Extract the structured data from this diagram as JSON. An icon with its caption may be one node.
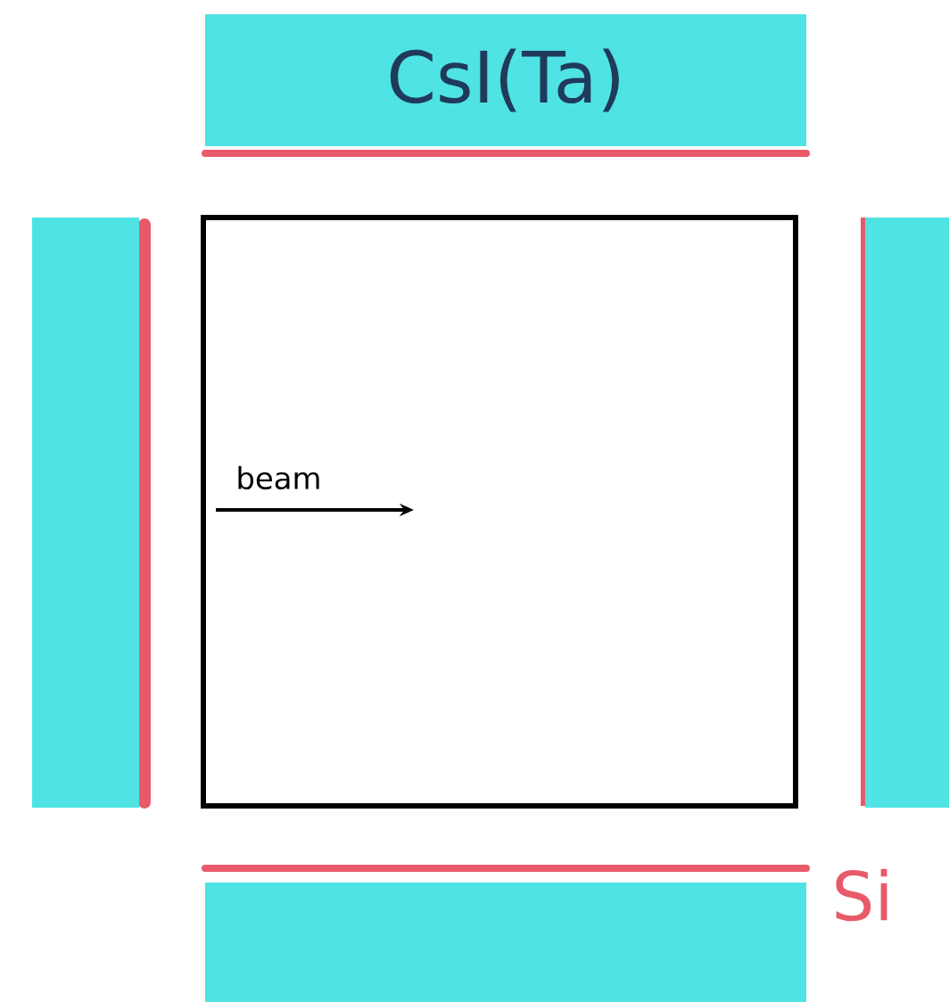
{
  "diagram": {
    "nodes": [
      {
        "text": [
          "CsI(Ta)"
        ]
      },
      {
        "text": [],
        "shape": "bar"
      },
      {
        "text": [],
        "shape": "bar"
      },
      {
        "text": [],
        "shape": "bar"
      }
    ],
    "labels": [
      "beam",
      "Si"
    ]
  }
}
